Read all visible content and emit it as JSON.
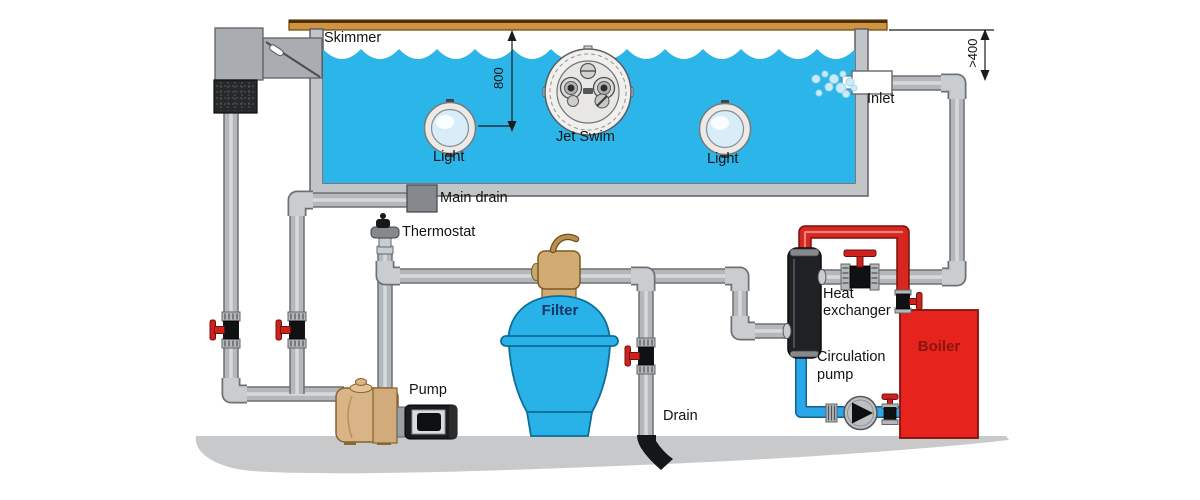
{
  "labels": {
    "skimmer": "Skimmer",
    "jet_swim": "Jet Swim",
    "light_left": "Light",
    "light_right": "Light",
    "inlet": "Inlet",
    "main_drain": "Main drain",
    "thermostat": "Thermostat",
    "filter": "Filter",
    "pump": "Pump",
    "drain": "Drain",
    "heat_exchanger": {
      "line1": "Heat",
      "line2": "exchanger"
    },
    "circulation_pump": {
      "line1": "Circulation",
      "line2": "pump"
    },
    "boiler": "Boiler"
  },
  "dimensions": {
    "water_surface_to_light": "800",
    "deck_to_inlet": ">400"
  },
  "colors": {
    "water": "#2cb5e8",
    "pipe_gray": "#b4b8bb",
    "pipe_dark": "#6d7175",
    "pipe_light": "#dcdfe1",
    "fitting": "#c9cdd0",
    "hot_pipe": "#d5261f",
    "hot_dark": "#7a100c",
    "cold_pipe": "#2aa7e8",
    "cold_dark": "#14608f",
    "boiler_red": "#e6231c",
    "filter_blue": "#29b2e8",
    "pump_tan": "#d9b486",
    "deck_tan": "#ce9440",
    "wall_gray": "#c2c5c8",
    "ground_gray": "#c7c9cb",
    "valve_red": "#cf221c",
    "label": "#141414",
    "filter_label": "#16356e",
    "boiler_label": "#8a1410"
  }
}
